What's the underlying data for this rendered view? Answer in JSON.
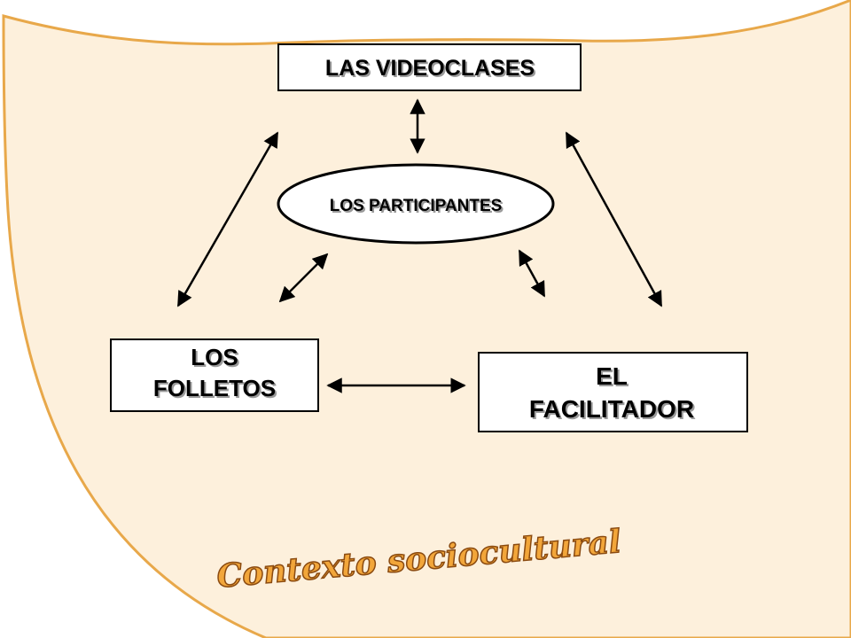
{
  "nodes": {
    "videoclases": "LAS VIDEOCLASES",
    "participantes": "LOS PARTICIPANTES",
    "folletos_line1": "LOS",
    "folletos_line2": "FOLLETOS",
    "facilitador_line1": "EL",
    "facilitador_line2": "FACILITADOR"
  },
  "context_label": "Contexto sociocultural",
  "colors": {
    "background_shape": "#fdf0dc",
    "background_border": "#e8a84a",
    "context_text": "#f2a63a",
    "context_outline": "#8a4a10",
    "box_stroke": "#000000",
    "text": "#000000"
  }
}
